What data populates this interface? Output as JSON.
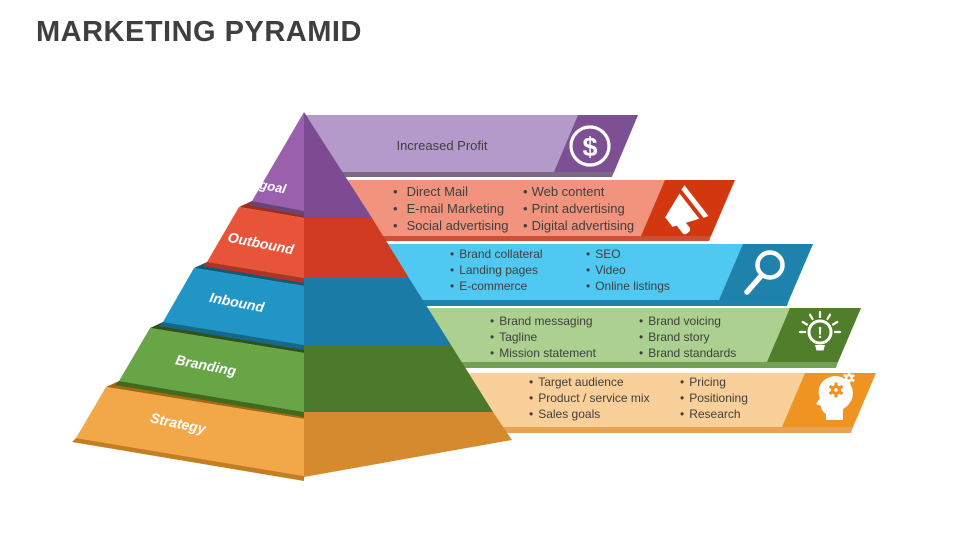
{
  "title": "MARKETING PYRAMID",
  "ui": {
    "bullet": "•",
    "text_color": "#3f3f3f",
    "icon_color": "#ffffff",
    "background": "#ffffff"
  },
  "glyphs": {
    "dollar": "$",
    "exclamation": "!"
  },
  "tiers": [
    {
      "label": "goal",
      "icon": "dollar-icon",
      "heading": "Increased Profit",
      "col1": [],
      "col2": [],
      "colors": {
        "face": "#9b60ad",
        "side": "#7d4b92",
        "lip": "#6a4478",
        "banner": "#b49aca",
        "banner_lip": "#7b6a82",
        "block": "#7d5094"
      }
    },
    {
      "label": "Outbound",
      "icon": "megaphone-icon",
      "col1": [
        "Direct Mail",
        "E-mail Marketing",
        "Social advertising"
      ],
      "col2": [
        "Web content",
        "Print advertising",
        "Digital advertising"
      ],
      "colors": {
        "face": "#e85439",
        "side": "#cf3a22",
        "lip": "#b13322",
        "wedge": "#a22c16",
        "banner": "#f2937e",
        "banner_lip": "#cc5038",
        "block": "#d23710"
      }
    },
    {
      "label": "Inbound",
      "icon": "magnifier-icon",
      "col1": [
        "Brand collateral",
        "Landing pages",
        "E-commerce"
      ],
      "col2": [
        "SEO",
        "Video",
        "Online listings"
      ],
      "colors": {
        "face": "#2196c6",
        "side": "#1a7ba6",
        "lip": "#14688c",
        "wedge": "#105a77",
        "banner": "#4fc8f2",
        "banner_lip": "#1e84ab",
        "block": "#1f82ad"
      }
    },
    {
      "label": "Branding",
      "icon": "lightbulb-icon",
      "col1": [
        "Brand messaging",
        "Tagline",
        "Mission statement"
      ],
      "col2": [
        "Brand voicing",
        "Brand story",
        "Brand standards"
      ],
      "colors": {
        "face": "#68a547",
        "side": "#4b7a2c",
        "lip": "#3f6b1f",
        "wedge": "#2f5314",
        "banner": "#abd08f",
        "banner_lip": "#74a055",
        "block": "#507e2a"
      }
    },
    {
      "label": "Strategy",
      "icon": "head-gear-icon",
      "col1": [
        "Target audience",
        "Product / service mix",
        "Sales goals"
      ],
      "col2": [
        "Pricing",
        "Positioning",
        "Research"
      ],
      "colors": {
        "face": "#f2a849",
        "side": "#d68a2e",
        "lip": "#c67d1f",
        "wedge": "#a8680f",
        "banner": "#f9d099",
        "banner_lip": "#e8a254",
        "block": "#ef9322"
      }
    }
  ]
}
